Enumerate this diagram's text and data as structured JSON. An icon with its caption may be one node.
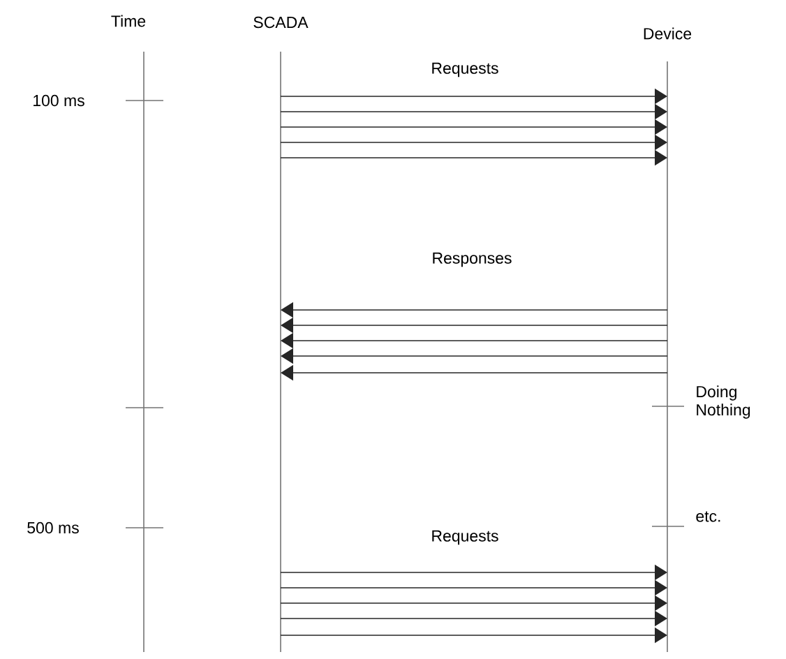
{
  "diagram": {
    "nodes": [
      {
        "text": [
          "Time"
        ]
      },
      {
        "text": [
          "SCADA"
        ]
      },
      {
        "text": [
          "Device"
        ]
      }
    ],
    "edges": [
      {
        "from": 1,
        "to": 2,
        "arrow": "to"
      },
      {
        "from": 1,
        "to": 2,
        "arrow": "to"
      },
      {
        "from": 1,
        "to": 2,
        "arrow": "to"
      },
      {
        "from": 1,
        "to": 2,
        "arrow": "to"
      },
      {
        "from": 1,
        "to": 2,
        "arrow": "to"
      },
      {
        "from": 2,
        "to": 1,
        "arrow": "to"
      },
      {
        "from": 2,
        "to": 1,
        "arrow": "to"
      },
      {
        "from": 2,
        "to": 1,
        "arrow": "to"
      },
      {
        "from": 2,
        "to": 1,
        "arrow": "to"
      },
      {
        "from": 2,
        "to": 1,
        "arrow": "to"
      },
      {
        "from": 1,
        "to": 2,
        "arrow": "to"
      },
      {
        "from": 1,
        "to": 2,
        "arrow": "to"
      },
      {
        "from": 1,
        "to": 2,
        "arrow": "to"
      },
      {
        "from": 1,
        "to": 2,
        "arrow": "to"
      },
      {
        "from": 1,
        "to": 2,
        "arrow": "to"
      }
    ],
    "labels": [
      "Requests",
      "100 ms",
      "Responses",
      "Doing Nothing",
      "500 ms",
      "etc.",
      "Requests"
    ]
  }
}
